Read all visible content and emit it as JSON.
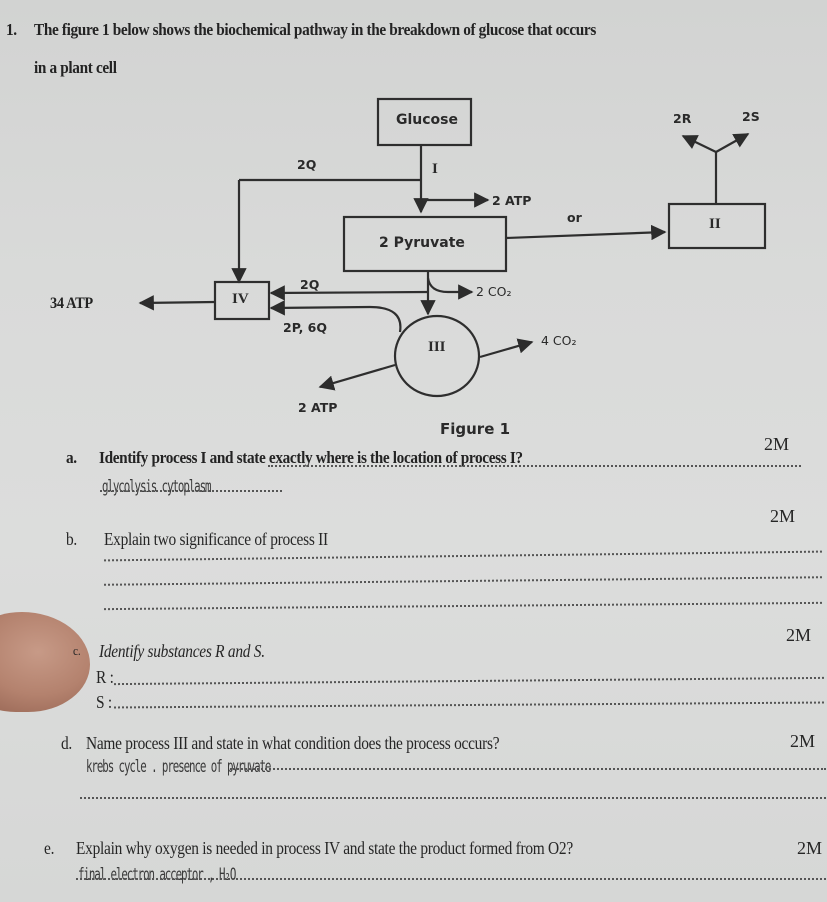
{
  "question": {
    "number": "1.",
    "intro_line1": "The figure 1 below shows the biochemical pathway in the breakdown of glucose that occurs",
    "intro_line2": "in a plant cell"
  },
  "figure": {
    "caption": "Figure 1",
    "nodes": {
      "glucose": "Glucose",
      "pyruvate": "2 Pyruvate",
      "process_ii": "II",
      "process_iii": "III",
      "process_iv": "IV"
    },
    "labels": {
      "process_i": "I",
      "q_from_glycolysis": "2Q",
      "atp_glycolysis": "2 ATP",
      "or_label": "or",
      "r_product": "2R",
      "s_product": "2S",
      "q_link": "2Q",
      "co2_link": "2 CO₂",
      "p_q_krebs": "2P, 6Q",
      "co2_krebs": "4 CO₂",
      "atp_krebs": "2 ATP",
      "atp_etc": "34 ATP"
    }
  },
  "parts": [
    {
      "letter": "a.",
      "text": "Identify process I and state exactly where is the location of process I?",
      "marks": "2M",
      "answer": "glycolysis   cytoplasm"
    },
    {
      "letter": "b.",
      "text": "Explain two significance of process II",
      "marks": "2M",
      "answer": ""
    },
    {
      "letter": "c.",
      "text": "Identify substances R and S.",
      "marks": "2M",
      "r_label": "R :",
      "s_label": "S :"
    },
    {
      "letter": "d.",
      "text": "Name process III and state in what condition does the process occurs?",
      "marks": "2M",
      "answer": "krebs cycle . presence of pyruvate"
    },
    {
      "letter": "e.",
      "text": "Explain why oxygen is needed in process IV and state the product formed from O2?",
      "marks": "2M",
      "answer": "final electron acceptor , H₂O"
    }
  ]
}
